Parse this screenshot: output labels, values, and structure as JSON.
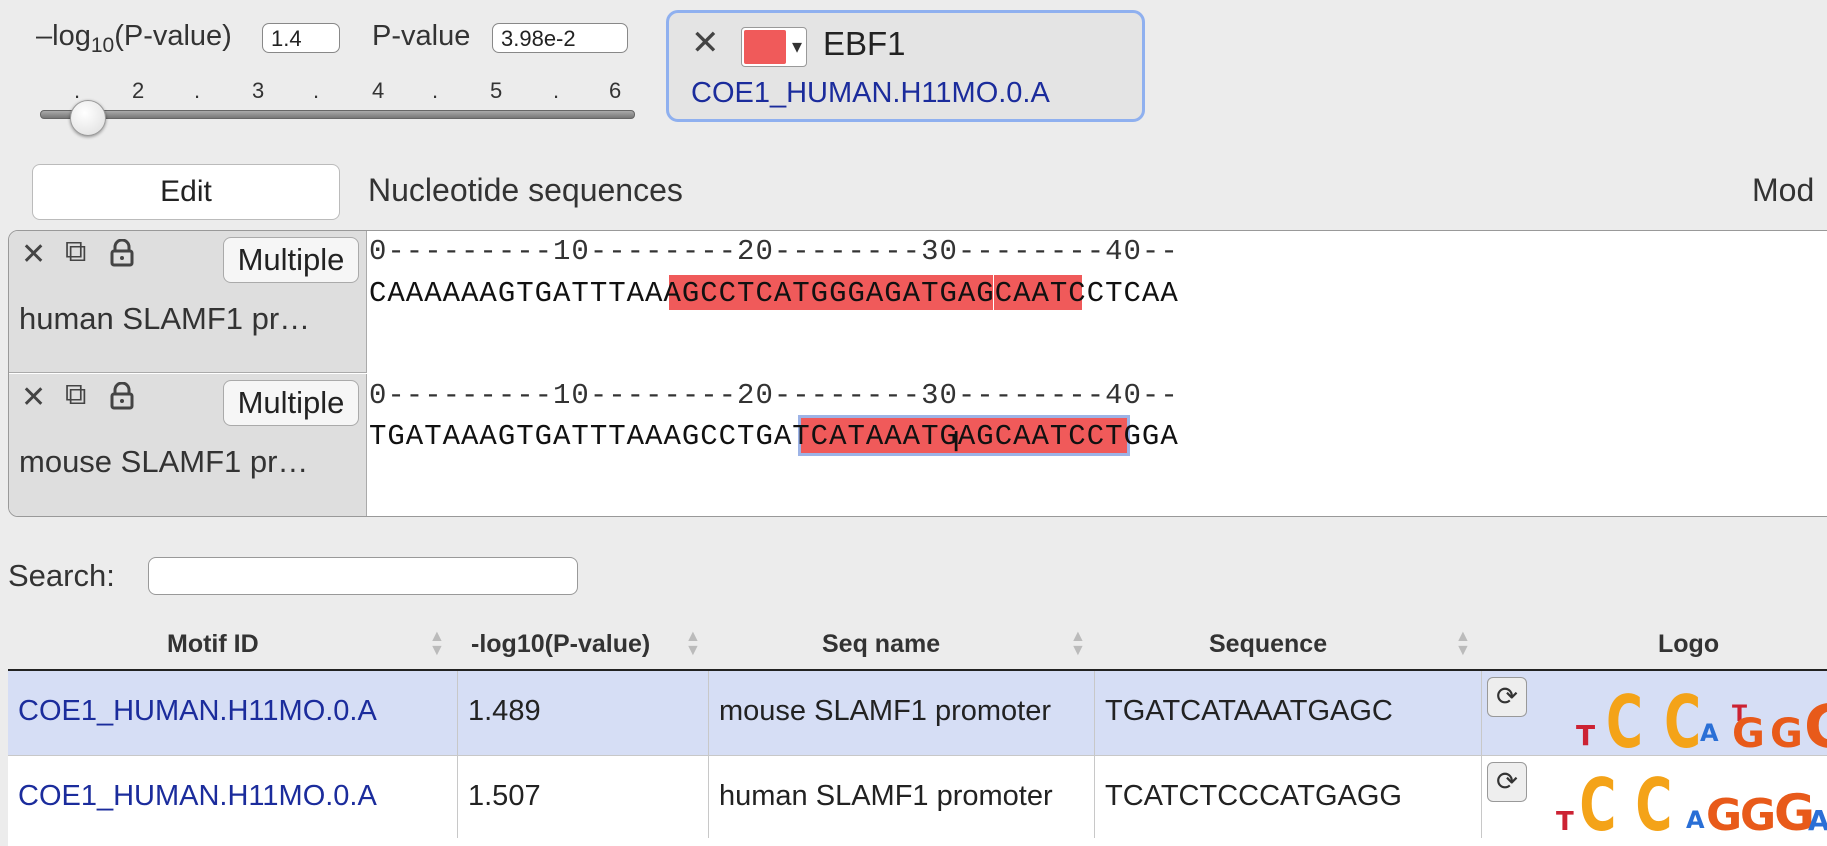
{
  "controls": {
    "neglog_label_pre": "–log",
    "neglog_label_sub": "10",
    "neglog_label_post": "(P-value)",
    "neglog_value": "1.4",
    "pvalue_label": "P-value",
    "pvalue_value": "3.98e-2",
    "slider_value": 1.4,
    "slider_ticks": [
      ".",
      "2",
      ".",
      "3",
      ".",
      "4",
      ".",
      "5",
      ".",
      "6"
    ]
  },
  "motif_card": {
    "close": "✕",
    "swatch_color": "#f05a5a",
    "dropdown_arrow": "▾",
    "name": "EBF1",
    "id": "COE1_HUMAN.H11MO.0.A"
  },
  "edit": {
    "button": "Edit",
    "title": "Nucleotide sequences",
    "right_label": "Mod"
  },
  "sequences": [
    {
      "name": "human SLAMF1 pr…",
      "multiple": "Multiple",
      "ruler": "0---------10--------20--------30--------40--",
      "seq": "CAAAAAAGTGATTTAAAGCCTCATGGGAGATGAGCAATCCTCAA"
    },
    {
      "name": "mouse SLAMF1 pr…",
      "multiple": "Multiple",
      "ruler": "0---------10--------20--------30--------40--",
      "seq": "TGATAAAGTGATTTAAAGCCTGATCATAAATGAGCAATCCTGGA"
    }
  ],
  "search": {
    "label": "Search:",
    "value": ""
  },
  "table": {
    "headers": [
      "Motif ID",
      "-log10(P-value)",
      "Seq name",
      "Sequence",
      "Logo"
    ],
    "rows": [
      {
        "motif_id": "COE1_HUMAN.H11MO.0.A",
        "neglog": "1.489",
        "seq_name": "mouse SLAMF1 promoter",
        "sequence": "TGATCATAAATGAGC"
      },
      {
        "motif_id": "COE1_HUMAN.H11MO.0.A",
        "neglog": "1.507",
        "seq_name": "human SLAMF1 promoter",
        "sequence": "TCATCTCCCATGAGG"
      }
    ]
  }
}
